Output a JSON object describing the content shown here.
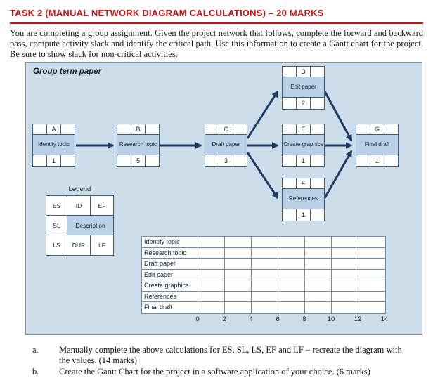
{
  "title": "TASK 2 (MANUAL NETWORK DIAGRAM CALCULATIONS) – 20 MARKS",
  "intro": "You are completing a group assignment. Given the project network that follows, complete the forward and backward pass, compute activity slack and identify the critical path. Use this information to create a Gantt chart for the project. Be sure to show slack for non-critical activities.",
  "diagram": {
    "title": "Group term paper",
    "nodes": [
      {
        "id": "A",
        "description": "Identify topic",
        "duration": "1"
      },
      {
        "id": "B",
        "description": "Research topic",
        "duration": "5"
      },
      {
        "id": "C",
        "description": "Draft paper",
        "duration": "3"
      },
      {
        "id": "D",
        "description": "Edit paper",
        "duration": "2"
      },
      {
        "id": "E",
        "description": "Create graphics",
        "duration": "1"
      },
      {
        "id": "F",
        "description": "References",
        "duration": "1"
      },
      {
        "id": "G",
        "description": "Final draft",
        "duration": "1"
      }
    ],
    "legend": {
      "label": "Legend",
      "row1": [
        "ES",
        "ID",
        "EF"
      ],
      "row2": [
        "SL",
        "Description"
      ],
      "row3": [
        "LS",
        "DUR",
        "LF"
      ]
    },
    "gantt": {
      "rows": [
        "Identify topic",
        "Research topic",
        "Draft paper",
        "Edit paper",
        "Create graphics",
        "References",
        "Final draft"
      ],
      "axis": [
        "0",
        "2",
        "4",
        "6",
        "8",
        "10",
        "12",
        "14"
      ]
    }
  },
  "items": [
    {
      "marker": "a.",
      "text": "Manually complete the above calculations for ES, SL, LS, EF and LF – recreate the diagram with the values. (14 marks)"
    },
    {
      "marker": "b.",
      "text": "Create the Gantt Chart for the project in a software application of your choice. (6 marks)"
    }
  ],
  "colors": {
    "accent_red": "#c01414",
    "panel_blue": "#cbdcea",
    "cell_blue": "#b9d0e6",
    "arrow_navy": "#1d3a5f"
  }
}
